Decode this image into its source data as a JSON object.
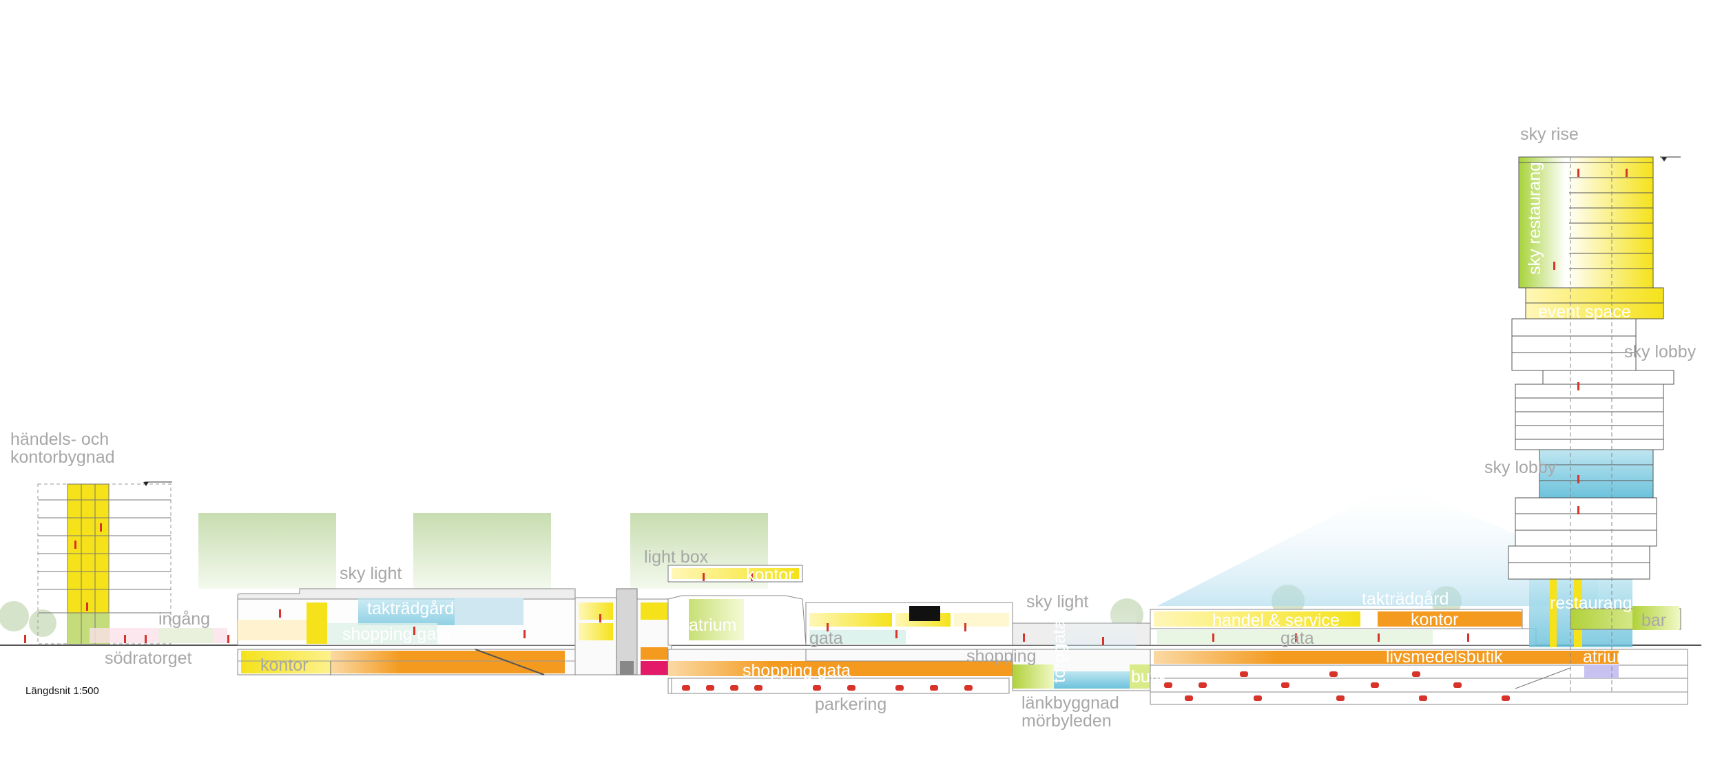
{
  "labels": {
    "handels_kontor": "händels- och\nkontorbygnad",
    "ingang": "ingång",
    "sodratorget": "södratorget",
    "sky_light_1": "sky light",
    "taktradgard_1": "takträdgård",
    "shopping_gata_1": "shopping gata",
    "kontor_1": "kontor",
    "light_box": "light box",
    "kontor_2": "kontor",
    "atrium_1": "atrium",
    "gata_1": "gata",
    "shopping_gata_2": "shopping gata",
    "parkering": "parkering",
    "sky_light_2": "sky light",
    "shopping": "shopping",
    "torggata": "torggata",
    "butik": "butik",
    "lankbyggnad": "länkbyggnad\nmörbyleden",
    "handel_service": "handel & service",
    "gata_2": "gata",
    "taktradgard_2": "takträdgård",
    "kontor_3": "kontor",
    "livsmedelsbutik": "livsmedelsbutik",
    "restaurang": "restaurang",
    "bar": "bar",
    "atrium_2": "atrium",
    "sky_rise": "sky rise",
    "sky_restaurang": "sky restaurang",
    "event_space": "event space",
    "sky_lobby_1": "sky lobby",
    "sky_lobby_2": "sky lobby",
    "scale": "Längdsnit 1:500"
  },
  "colors": {
    "yellow": "#f5e21a",
    "orange": "#f39a1f",
    "cyan": "#7fcbe0",
    "lime": "#b8d64a",
    "tree_green": "#c7ddb0",
    "people_red": "#d8332a",
    "label_grey": "#a7a7a7"
  }
}
